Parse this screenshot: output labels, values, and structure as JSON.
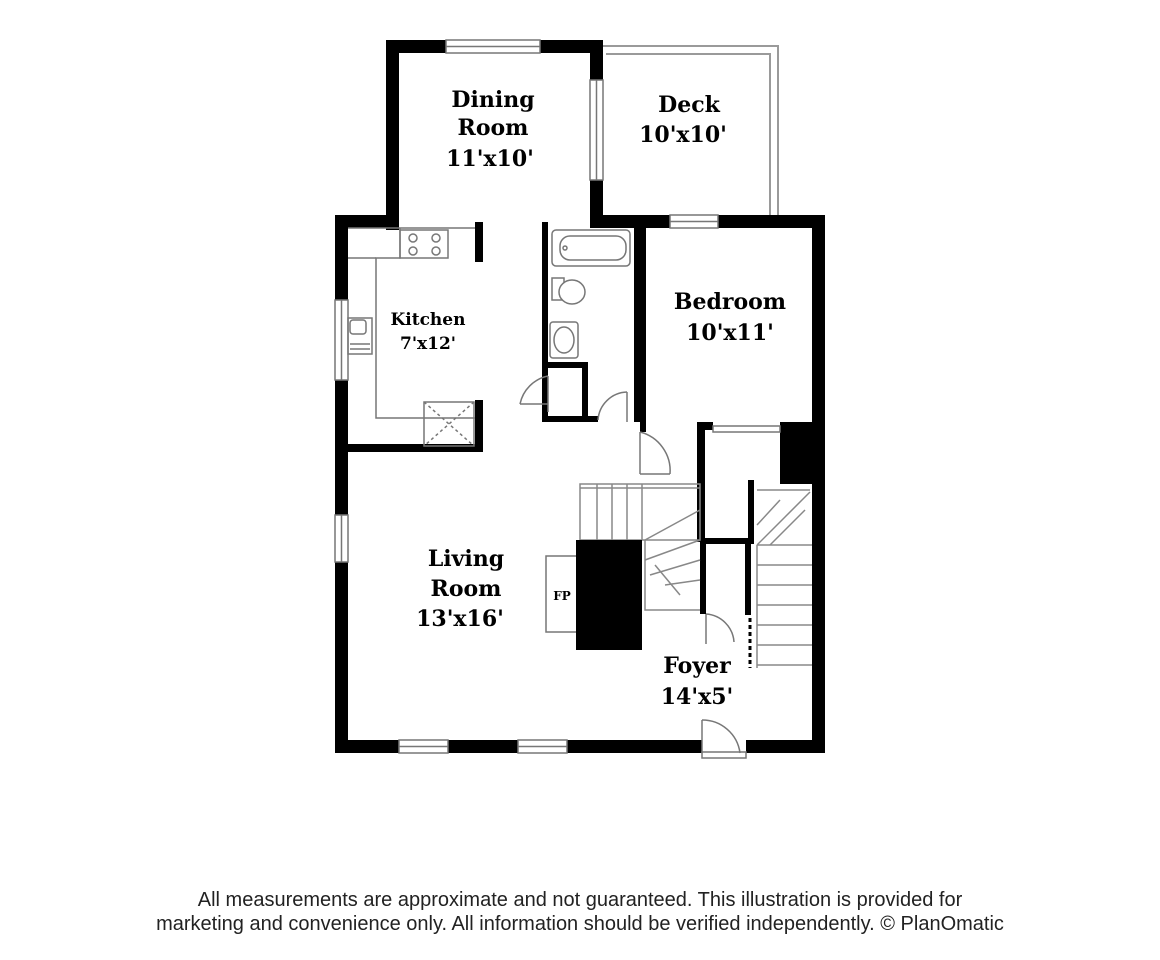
{
  "rooms": {
    "dining": {
      "line1": "Dining",
      "line2": "Room",
      "size": "11'x10'"
    },
    "deck": {
      "line1": "Deck",
      "size": "10'x10'"
    },
    "kitchen": {
      "line1": "Kitchen",
      "size": "7'x12'"
    },
    "bedroom": {
      "line1": "Bedroom",
      "size": "10'x11'"
    },
    "living": {
      "line1": "Living",
      "line2": "Room",
      "size": "13'x16'"
    },
    "foyer": {
      "line1": "Foyer",
      "size": "14'x5'"
    }
  },
  "fireplace_label": "FP",
  "disclaimer": {
    "line1": "All measurements are approximate and not guaranteed. This illustration is provided for",
    "line2": "marketing and convenience only. All information should be verified independently. © PlanOmatic"
  }
}
